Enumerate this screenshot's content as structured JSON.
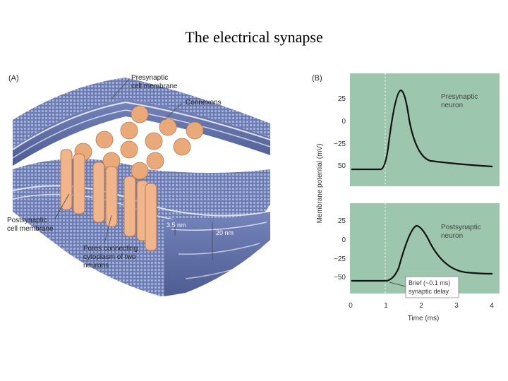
{
  "slide": {
    "title": "The electrical synapse"
  },
  "panel_a": {
    "tag": "(A)",
    "labels": {
      "presynaptic_1": "Presynaptic",
      "presynaptic_2": "cell membrane",
      "connexons": "Connexons",
      "postsynaptic_1": "Postsynaptic",
      "postsynaptic_2": "cell membrane",
      "pores_1": "Pores connecting",
      "pores_2": "cytoplasm of two",
      "pores_3": "neurons",
      "gap": "3.5 nm",
      "width": "20 nm"
    }
  },
  "panel_b": {
    "tag": "(B)",
    "ylabel": "Membrane potential (mV)",
    "xlabel": "Time (ms)",
    "x_ticks": [
      "0",
      "1",
      "2",
      "3",
      "4"
    ],
    "top_ticks": [
      "25",
      "0",
      "−25",
      "50"
    ],
    "bottom_ticks": [
      "25",
      "0",
      "−25",
      "−50"
    ],
    "top_label_1": "Presynaptic",
    "top_label_2": "neuron",
    "bottom_label_1": "Postsynaptic",
    "bottom_label_2": "neuron",
    "delay_1": "Brief (~0.1 ms)",
    "delay_2": "synaptic delay"
  },
  "colors": {
    "plot_bg": "#9cc6ae",
    "membrane": "#5a6aa0",
    "connexon": "#e8a878"
  }
}
